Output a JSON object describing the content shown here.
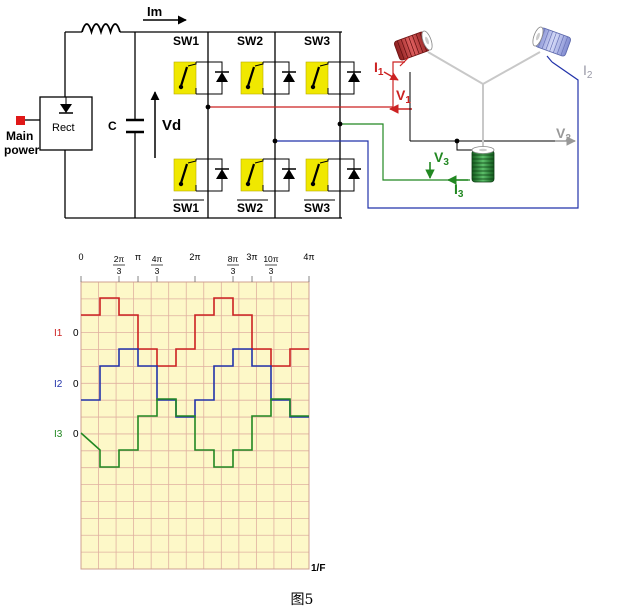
{
  "circuit": {
    "labels": {
      "current": "Im",
      "capacitor": "C",
      "voltage": "Vd",
      "rectifier": "Rect",
      "main_power_line1": "Main",
      "main_power_line2": "power",
      "sw1": "SW1",
      "sw2": "SW2",
      "sw3": "SW3",
      "sw1_bar": "SW1",
      "sw2_bar": "SW2",
      "sw3_bar": "SW3"
    },
    "motor": {
      "i1": {
        "main": "I",
        "sub": "1"
      },
      "v1": {
        "main": "V",
        "sub": "1"
      },
      "i2": {
        "main": "I",
        "sub": "2"
      },
      "v2": {
        "main": "V",
        "sub": "2"
      },
      "i3": {
        "main": "I",
        "sub": "3"
      },
      "v3": {
        "main": "V",
        "sub": "3"
      }
    },
    "colors": {
      "phase1": "#cc2222",
      "phase2": "#2233aa",
      "phase3": "#228822",
      "switch_body": "#f0e800",
      "coil1": "#c83a3a",
      "coil2": "#a9b3e8",
      "coil3": "#2f8f3a"
    }
  },
  "chart": {
    "top_ticks": [
      {
        "num": "",
        "den": "",
        "plain": "0"
      },
      {
        "num": "2π",
        "den": "3",
        "plain": ""
      },
      {
        "num": "",
        "den": "",
        "plain": "π"
      },
      {
        "num": "4π",
        "den": "3",
        "plain": ""
      },
      {
        "num": "",
        "den": "",
        "plain": "2π"
      },
      {
        "num": "8π",
        "den": "3",
        "plain": ""
      },
      {
        "num": "",
        "den": "",
        "plain": "3π"
      },
      {
        "num": "10π",
        "den": "3",
        "plain": ""
      },
      {
        "num": "",
        "den": "",
        "plain": "4π"
      }
    ],
    "x_axis_label": "1/F",
    "zero_label": "0",
    "grid_color": "#e0b0a0",
    "background": "#fdf8c8"
  },
  "chart_data": {
    "type": "line",
    "x_unit": "rad",
    "x_range": [
      0,
      12.566
    ],
    "x_ticks_rad": [
      0,
      2.094,
      3.142,
      4.189,
      6.283,
      8.378,
      9.425,
      10.472,
      12.566
    ],
    "y_unit": "relative current (-2..2 steps)",
    "series": [
      {
        "name": "I1",
        "color": "#cc2222",
        "points": [
          [
            0,
            1
          ],
          [
            1.047,
            1
          ],
          [
            1.047,
            2
          ],
          [
            2.094,
            2
          ],
          [
            2.094,
            1
          ],
          [
            3.142,
            1
          ],
          [
            3.142,
            -1
          ],
          [
            4.189,
            -1
          ],
          [
            4.189,
            -2
          ],
          [
            5.236,
            -2
          ],
          [
            5.236,
            -1
          ],
          [
            6.283,
            -1
          ],
          [
            6.283,
            1
          ],
          [
            7.33,
            1
          ],
          [
            7.33,
            2
          ],
          [
            8.378,
            2
          ],
          [
            8.378,
            1
          ],
          [
            9.425,
            1
          ],
          [
            9.425,
            -1
          ],
          [
            10.472,
            -1
          ],
          [
            10.472,
            -2
          ],
          [
            11.519,
            -2
          ],
          [
            11.519,
            -1
          ],
          [
            12.566,
            -1
          ]
        ]
      },
      {
        "name": "I2",
        "color": "#2233aa",
        "points": [
          [
            0,
            -1
          ],
          [
            1.047,
            -1
          ],
          [
            1.047,
            1
          ],
          [
            2.094,
            1
          ],
          [
            2.094,
            2
          ],
          [
            3.142,
            2
          ],
          [
            3.142,
            1
          ],
          [
            4.189,
            1
          ],
          [
            4.189,
            -1
          ],
          [
            5.236,
            -1
          ],
          [
            5.236,
            -2
          ],
          [
            6.283,
            -2
          ],
          [
            6.283,
            -1
          ],
          [
            7.33,
            -1
          ],
          [
            7.33,
            1
          ],
          [
            8.378,
            1
          ],
          [
            8.378,
            2
          ],
          [
            9.425,
            2
          ],
          [
            9.425,
            1
          ],
          [
            10.472,
            1
          ],
          [
            10.472,
            -1
          ],
          [
            11.519,
            -1
          ],
          [
            11.519,
            -2
          ],
          [
            12.566,
            -2
          ]
        ]
      },
      {
        "name": "I3",
        "color": "#228822",
        "points": [
          [
            0,
            0
          ],
          [
            1.047,
            -1
          ],
          [
            1.047,
            -2
          ],
          [
            2.094,
            -2
          ],
          [
            2.094,
            -1
          ],
          [
            3.142,
            -1
          ],
          [
            3.142,
            1
          ],
          [
            4.189,
            1
          ],
          [
            4.189,
            2
          ],
          [
            5.236,
            2
          ],
          [
            5.236,
            1
          ],
          [
            6.283,
            1
          ],
          [
            6.283,
            -1
          ],
          [
            7.33,
            -1
          ],
          [
            7.33,
            -2
          ],
          [
            8.378,
            -2
          ],
          [
            8.378,
            -1
          ],
          [
            9.425,
            -1
          ],
          [
            9.425,
            1
          ],
          [
            10.472,
            1
          ],
          [
            10.472,
            2
          ],
          [
            11.519,
            2
          ],
          [
            11.519,
            1
          ],
          [
            12.566,
            1
          ]
        ]
      }
    ]
  },
  "caption": "图5"
}
